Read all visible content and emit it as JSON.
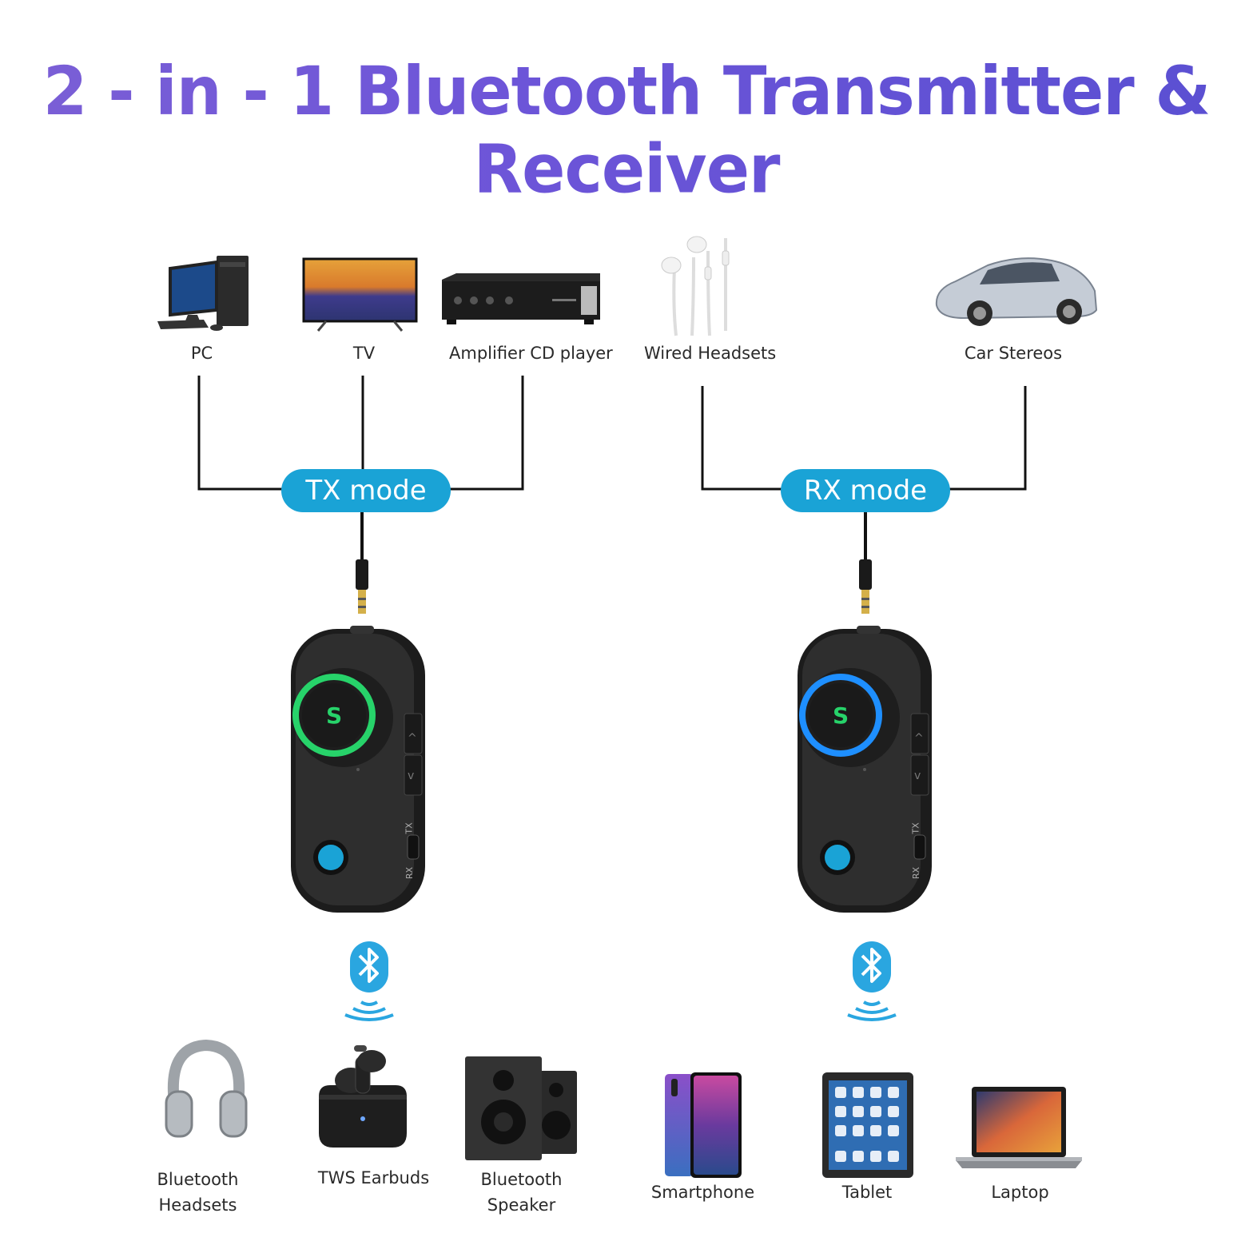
{
  "title": "2 - in - 1 Bluetooth Transmitter & Receiver",
  "tx": {
    "mode_label": "TX mode",
    "inputs": [
      "PC",
      "TV",
      "Amplifier CD player"
    ],
    "outputs": [
      [
        "Bluetooth",
        "Headsets"
      ],
      [
        "TWS Earbuds"
      ],
      [
        "Bluetooth",
        "Speaker"
      ]
    ],
    "ring_color": "#27d36a"
  },
  "rx": {
    "mode_label": "RX mode",
    "inputs": [
      "Wired Headsets",
      "Car Stereos"
    ],
    "outputs": [
      "Smartphone",
      "Tablet",
      "Laptop"
    ],
    "ring_color": "#1e8fff"
  },
  "device": {
    "switch_top": "TX",
    "switch_bottom": "RX"
  },
  "colors": {
    "accent": "#1aa3d6",
    "title": "#6d55d8"
  },
  "icons": {
    "bluetooth": "bluetooth-icon",
    "signal": "signal-waves-icon"
  }
}
